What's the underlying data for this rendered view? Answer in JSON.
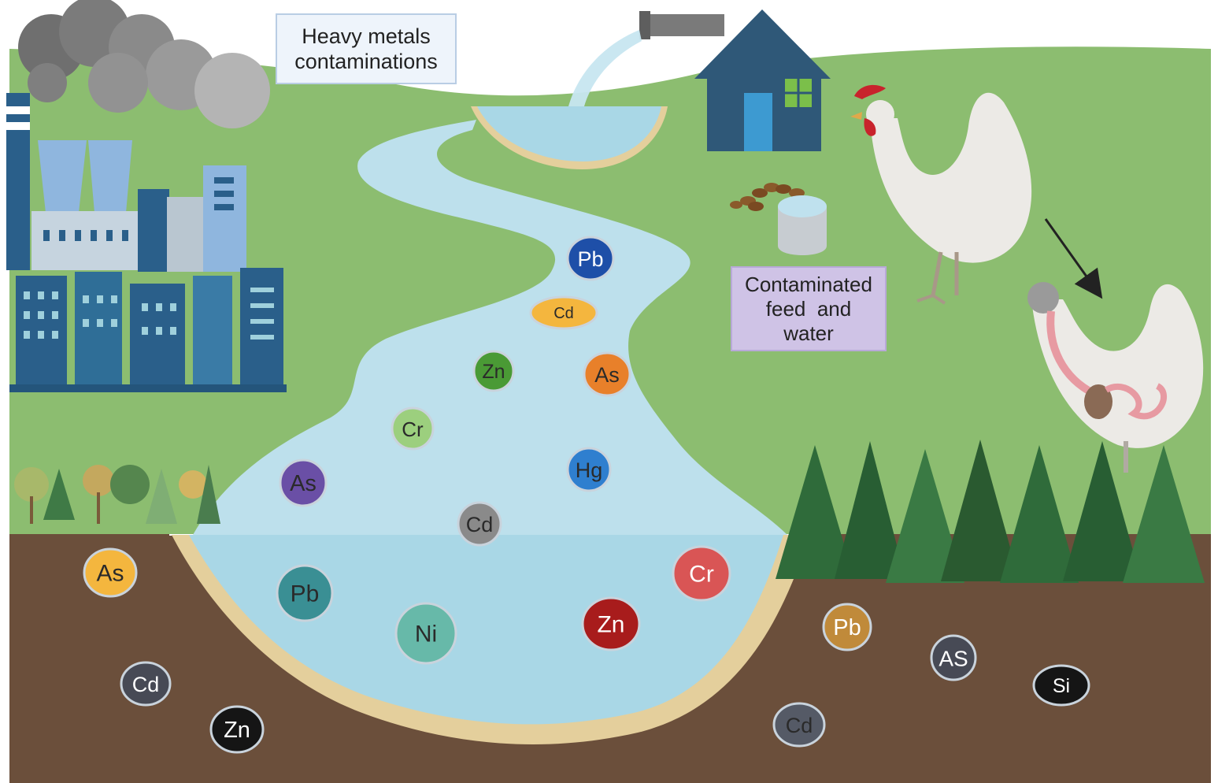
{
  "title_box": {
    "line1": "Heavy metals",
    "line2": "contaminations"
  },
  "feed_box": {
    "line1": "Contaminated",
    "line2": "feed  and",
    "line3": "water"
  },
  "metals": [
    {
      "id": "pb-river-top",
      "label": "Pb",
      "color": "#1e4fa8"
    },
    {
      "id": "cd-river-top",
      "label": "Cd",
      "color": "#f4b63e"
    },
    {
      "id": "zn-river",
      "label": "Zn",
      "color": "#4a9a35"
    },
    {
      "id": "as-river-right",
      "label": "As",
      "color": "#e8802a"
    },
    {
      "id": "cr-river",
      "label": "Cr",
      "color": "#9ccf7e"
    },
    {
      "id": "as-river-left",
      "label": "As",
      "color": "#6a4fa6"
    },
    {
      "id": "hg-river",
      "label": "Hg",
      "color": "#2f7fcf"
    },
    {
      "id": "cd-river-mid",
      "label": "Cd",
      "color": "#8a8a8a"
    },
    {
      "id": "as-soil-left",
      "label": "As",
      "color": "#f4b63e"
    },
    {
      "id": "pb-pond",
      "label": "Pb",
      "color": "#3a8f94"
    },
    {
      "id": "ni-pond",
      "label": "Ni",
      "color": "#67b9a9"
    },
    {
      "id": "zn-pond",
      "label": "Zn",
      "color": "#a81c1c"
    },
    {
      "id": "cr-pond",
      "label": "Cr",
      "color": "#d95555"
    },
    {
      "id": "pb-soil-right",
      "label": "Pb",
      "color": "#c08a3a"
    },
    {
      "id": "as-soil-right",
      "label": "AS",
      "color": "#474a55"
    },
    {
      "id": "si-soil",
      "label": "Si",
      "color": "#151515"
    },
    {
      "id": "cd-soil-left",
      "label": "Cd",
      "color": "#474a55"
    },
    {
      "id": "zn-soil",
      "label": "Zn",
      "color": "#151515"
    },
    {
      "id": "cd-soil-right",
      "label": "Cd",
      "color": "#555a66"
    }
  ],
  "colors": {
    "grass": "#8cbd70",
    "soil": "#6b4f3b",
    "water": "#bde0ec",
    "pond_water": "#a9d7e6",
    "sand": "#e4cf9c",
    "smoke": "#8e8e8e",
    "factory": "#2a5f8a",
    "house": "#2f5878",
    "pine": "#2f6b3a"
  },
  "icons": [
    "factory-icon",
    "city-icon",
    "smoke-icon",
    "pipe-icon",
    "house-icon",
    "feed-pellets-icon",
    "water-bowl-icon",
    "rooster-icon",
    "hen-anatomy-icon",
    "pine-tree-icon",
    "mixed-tree-icon",
    "arrow-icon"
  ]
}
